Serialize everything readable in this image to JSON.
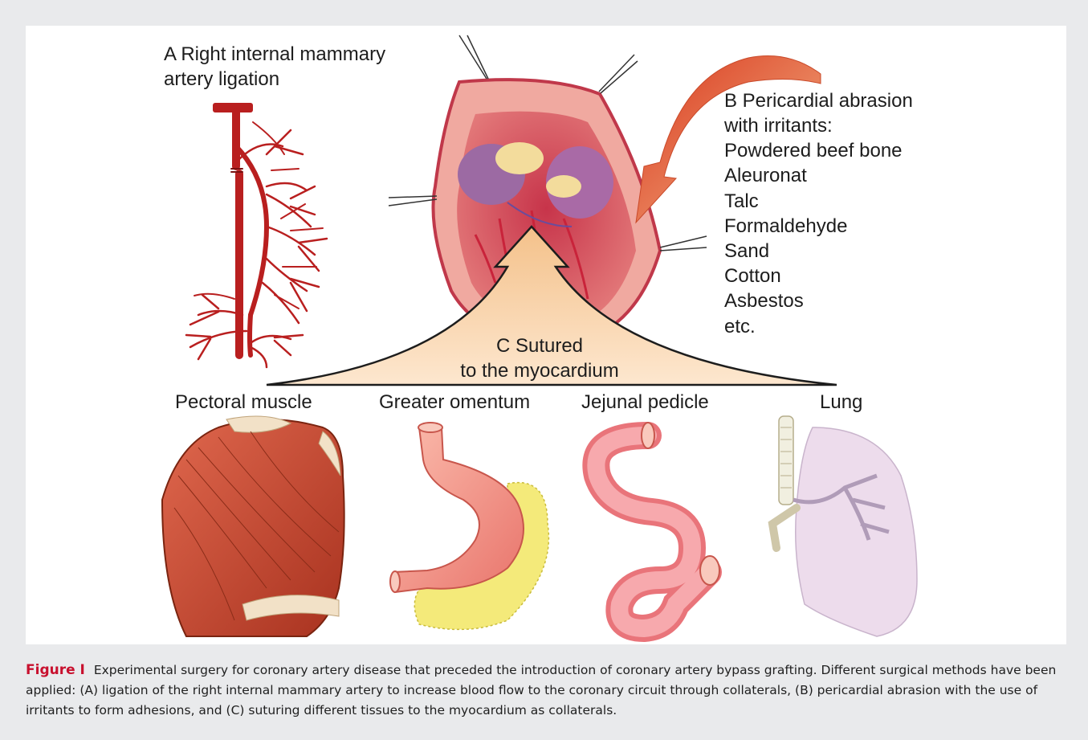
{
  "labels": {
    "a_line1": "A Right internal mammary",
    "a_line2": "artery ligation",
    "b_line1": "B Pericardial abrasion",
    "b_line2": "with irritants:",
    "irritants": [
      "Powdered beef bone",
      "Aleuronat",
      "Talc",
      "Formaldehyde",
      "Sand",
      "Cotton",
      "Asbestos",
      "etc."
    ],
    "c_line1": "C Sutured",
    "c_line2": "to the myocardium",
    "tissues": [
      "Pectoral muscle",
      "Greater omentum",
      "Jejunal pedicle",
      "Lung"
    ]
  },
  "caption": {
    "label": "Figure I",
    "text": "Experimental surgery for coronary artery disease that preceded the introduction of coronary artery bypass grafting. Different surgical methods have been applied: (A) ligation of the right internal mammary artery to increase blood flow to the coronary circuit through collaterals, (B) pericardial abrasion with the use of irritants to form adhesions, and (C) suturing different tissues to the myocardium as collaterals."
  },
  "colors": {
    "artery": "#b91f1f",
    "heart": "#d9485a",
    "arrow_b": "#e2583a",
    "caption_label": "#c8102e",
    "figure_bg": "#e9eaec"
  }
}
